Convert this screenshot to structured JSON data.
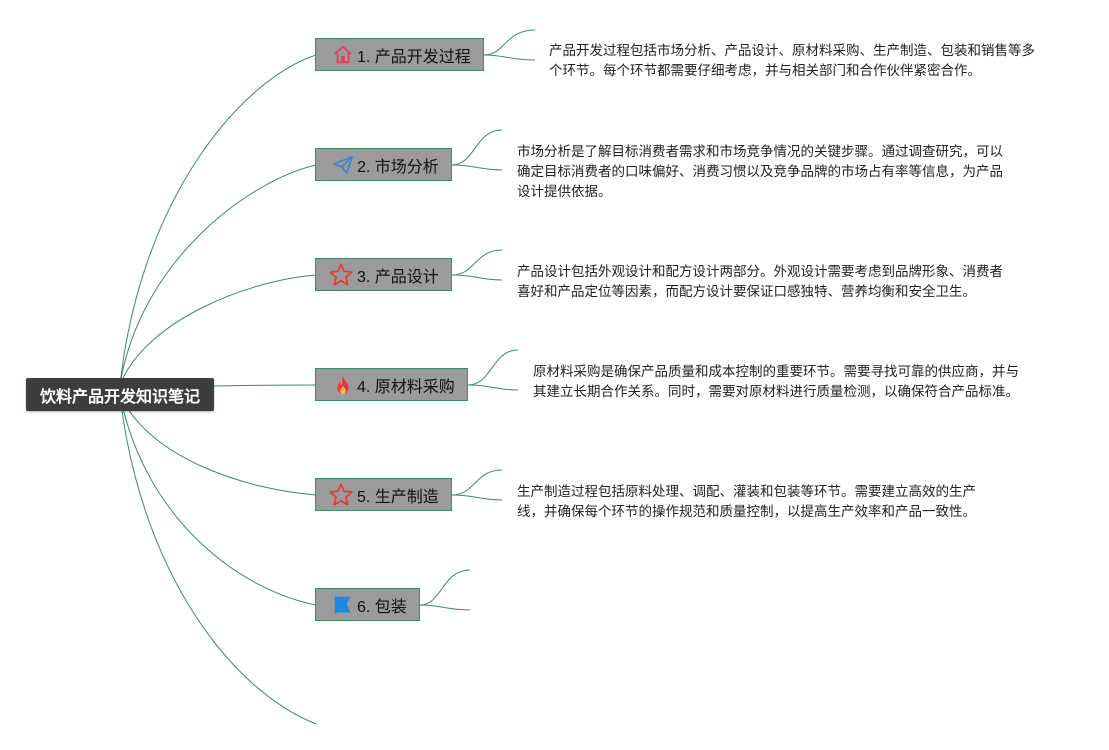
{
  "root": {
    "label": "饮料产品开发知识笔记"
  },
  "branches": [
    {
      "label": "1. 产品开发过程",
      "icon": "home-icon",
      "desc": "产品开发过程包括市场分析、产品设计、原材料采购、生产制造、包装和销售等多个环节。每个环节都需要仔细考虑，并与相关部门和合作伙伴紧密合作。"
    },
    {
      "label": "2. 市场分析",
      "icon": "paper-plane-icon",
      "desc": "市场分析是了解目标消费者需求和市场竞争情况的关键步骤。通过调查研究，可以确定目标消费者的口味偏好、消费习惯以及竞争品牌的市场占有率等信息，为产品设计提供依据。"
    },
    {
      "label": "3. 产品设计",
      "icon": "star-icon",
      "desc": "产品设计包括外观设计和配方设计两部分。外观设计需要考虑到品牌形象、消费者喜好和产品定位等因素，而配方设计要保证口感独特、营养均衡和安全卫生。"
    },
    {
      "label": "4. 原材料采购",
      "icon": "fire-icon",
      "desc": "原材料采购是确保产品质量和成本控制的重要环节。需要寻找可靠的供应商，并与其建立长期合作关系。同时，需要对原材料进行质量检测，以确保符合产品标准。"
    },
    {
      "label": "5. 生产制造",
      "icon": "star-icon",
      "desc": "生产制造过程包括原料处理、调配、灌装和包装等环节。需要建立高效的生产线，并确保每个环节的操作规范和质量控制，以提高生产效率和产品一致性。"
    },
    {
      "label": "6. 包装",
      "icon": "flag-icon",
      "desc": ""
    }
  ],
  "colors": {
    "line": "#3e8a6a",
    "node_bg": "#9b9b9b",
    "root_bg": "#3d3d3d",
    "home": "#d9435a",
    "plane": "#3a86c8",
    "star": "#e53935",
    "fire": "#e53935",
    "flag": "#1e88e5"
  }
}
